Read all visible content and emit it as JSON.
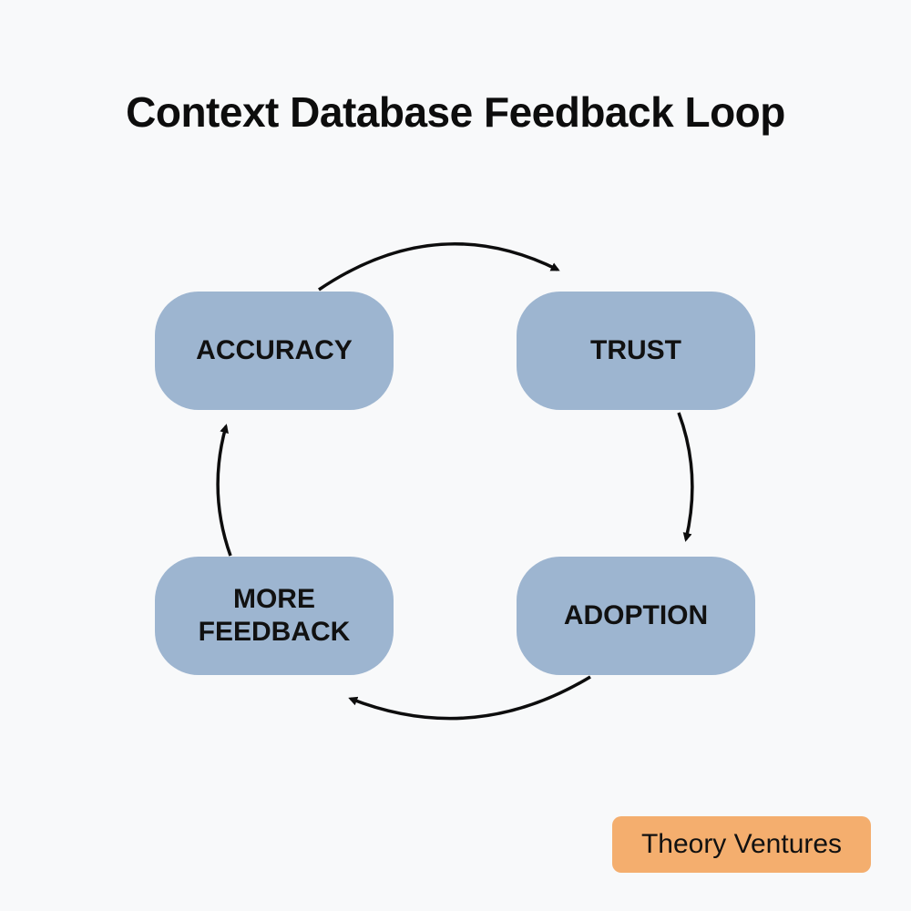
{
  "title": "Context Database Feedback Loop",
  "nodes": {
    "accuracy": "ACCURACY",
    "trust": "TRUST",
    "adoption": "ADOPTION",
    "more_feedback_line1": "MORE",
    "more_feedback_line2": "FEEDBACK"
  },
  "flow": [
    "ACCURACY",
    "TRUST",
    "ADOPTION",
    "MORE FEEDBACK"
  ],
  "colors": {
    "node_fill": "#9db5d0",
    "badge_fill": "#f4ae6e",
    "arrow": "#0d0d0d"
  },
  "badge": "Theory Ventures"
}
